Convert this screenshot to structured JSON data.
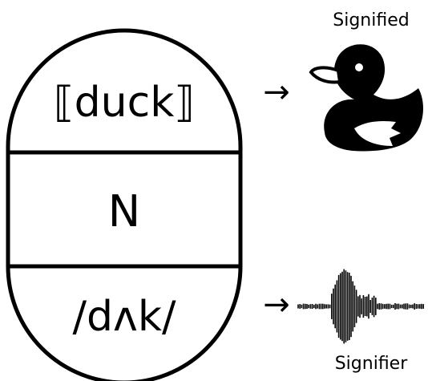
{
  "sign": {
    "meaning_label": "⟦duck⟧",
    "category_label": "N",
    "form_label": "/dʌk/"
  },
  "arrows": {
    "signified_arrow": "→",
    "signifier_arrow": "→"
  },
  "captions": {
    "signified": "Signified",
    "signifier": "Signifier"
  },
  "icons": {
    "signified_icon": "duck-icon",
    "signifier_icon": "waveform-icon"
  },
  "colors": {
    "stroke": "#000000",
    "background": "#ffffff"
  }
}
